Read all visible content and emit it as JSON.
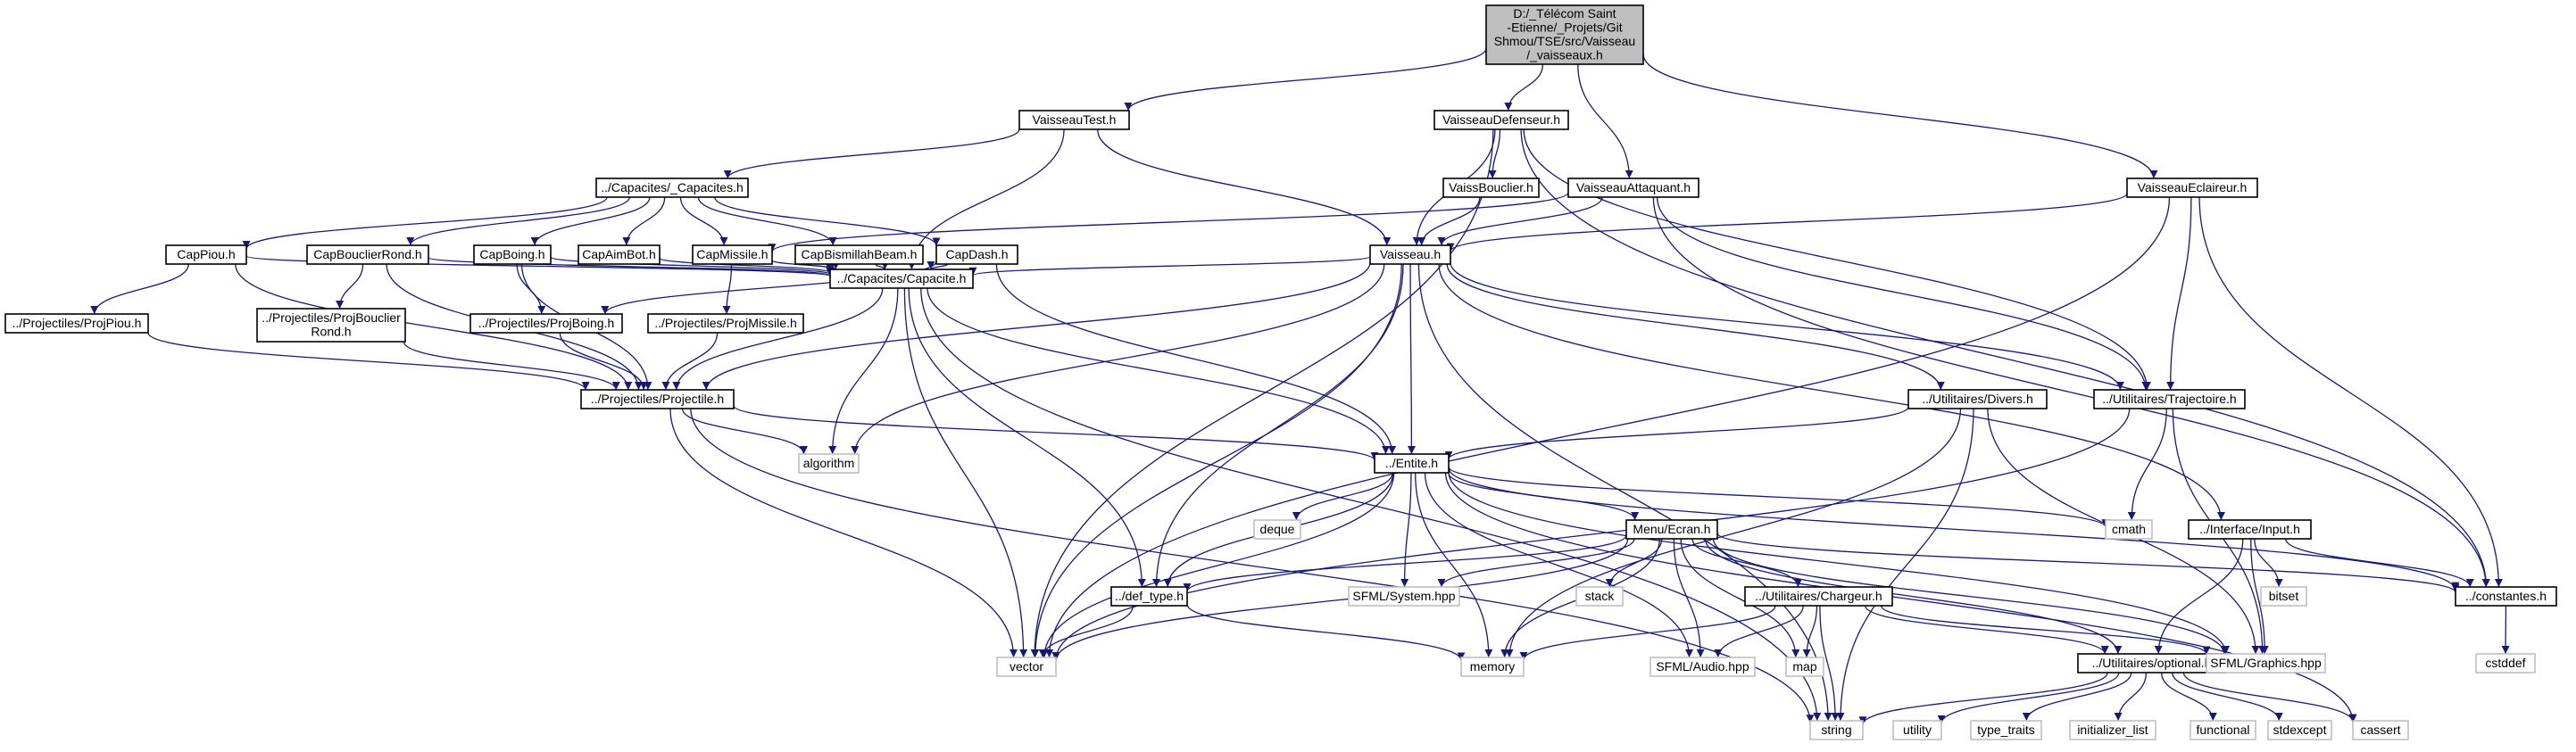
{
  "diagram": {
    "type": "include-dependency-graph",
    "colors": {
      "edge": "#191970",
      "node_border": "#000000",
      "node_fill": "#ffffff",
      "root_fill": "#bfbfbf",
      "system_border": "#bfbfbf"
    },
    "nodes": [
      {
        "id": "root",
        "label": [
          "D:/_Télécom Saint",
          "-Etienne/_Projets/Git",
          "Shmou/TSE/src/Vaisseau",
          "/_vaisseaux.h"
        ],
        "kind": "root"
      },
      {
        "id": "VaisseauTest",
        "label": [
          "VaisseauTest.h"
        ],
        "kind": "file"
      },
      {
        "id": "VaisseauDefenseur",
        "label": [
          "VaisseauDefenseur.h"
        ],
        "kind": "file"
      },
      {
        "id": "VaisseauEclaireur",
        "label": [
          "VaisseauEclaireur.h"
        ],
        "kind": "file"
      },
      {
        "id": "Capacites",
        "label": [
          "../Capacites/_Capacites.h"
        ],
        "kind": "file"
      },
      {
        "id": "VaissBouclier",
        "label": [
          "VaissBouclier.h"
        ],
        "kind": "file"
      },
      {
        "id": "VaisseauAttaquant",
        "label": [
          "VaisseauAttaquant.h"
        ],
        "kind": "file"
      },
      {
        "id": "CapPiou",
        "label": [
          "CapPiou.h"
        ],
        "kind": "file"
      },
      {
        "id": "CapBouclierRond",
        "label": [
          "CapBouclierRond.h"
        ],
        "kind": "file"
      },
      {
        "id": "CapBoing",
        "label": [
          "CapBoing.h"
        ],
        "kind": "file"
      },
      {
        "id": "CapAimBot",
        "label": [
          "CapAimBot.h"
        ],
        "kind": "file"
      },
      {
        "id": "CapMissile",
        "label": [
          "CapMissile.h"
        ],
        "kind": "file"
      },
      {
        "id": "CapBismillahBeam",
        "label": [
          "CapBismillahBeam.h"
        ],
        "kind": "file"
      },
      {
        "id": "CapDash",
        "label": [
          "CapDash.h"
        ],
        "kind": "file"
      },
      {
        "id": "Vaisseau",
        "label": [
          "Vaisseau.h"
        ],
        "kind": "file"
      },
      {
        "id": "ProjPiou",
        "label": [
          "../Projectiles/ProjPiou.h"
        ],
        "kind": "file"
      },
      {
        "id": "ProjBouclierRond",
        "label": [
          "../Projectiles/ProjBouclier",
          "Rond.h"
        ],
        "kind": "file"
      },
      {
        "id": "ProjBoing",
        "label": [
          "../Projectiles/ProjBoing.h"
        ],
        "kind": "file"
      },
      {
        "id": "ProjMissile",
        "label": [
          "../Projectiles/ProjMissile.h"
        ],
        "kind": "file"
      },
      {
        "id": "Capacite",
        "label": [
          "../Capacites/Capacite.h"
        ],
        "kind": "file"
      },
      {
        "id": "Projectile",
        "label": [
          "../Projectiles/Projectile.h"
        ],
        "kind": "file"
      },
      {
        "id": "Divers",
        "label": [
          "../Utilitaires/Divers.h"
        ],
        "kind": "file"
      },
      {
        "id": "Trajectoire",
        "label": [
          "../Utilitaires/Trajectoire.h"
        ],
        "kind": "file"
      },
      {
        "id": "algorithm",
        "label": [
          "algorithm"
        ],
        "kind": "system"
      },
      {
        "id": "Entite",
        "label": [
          "../Entite.h"
        ],
        "kind": "file"
      },
      {
        "id": "deque",
        "label": [
          "deque"
        ],
        "kind": "system"
      },
      {
        "id": "MenuEcran",
        "label": [
          "Menu/Ecran.h"
        ],
        "kind": "file"
      },
      {
        "id": "cmath",
        "label": [
          "cmath"
        ],
        "kind": "system"
      },
      {
        "id": "Input",
        "label": [
          "../Interface/Input.h"
        ],
        "kind": "file"
      },
      {
        "id": "bitset",
        "label": [
          "bitset"
        ],
        "kind": "system"
      },
      {
        "id": "constantes",
        "label": [
          "../constantes.h"
        ],
        "kind": "file"
      },
      {
        "id": "cstddef",
        "label": [
          "cstddef"
        ],
        "kind": "system"
      },
      {
        "id": "def_type",
        "label": [
          "../def_type.h"
        ],
        "kind": "file"
      },
      {
        "id": "SFMLSystem",
        "label": [
          "SFML/System.hpp"
        ],
        "kind": "system"
      },
      {
        "id": "stack",
        "label": [
          "stack"
        ],
        "kind": "system"
      },
      {
        "id": "Chargeur",
        "label": [
          "../Utilitaires/Chargeur.h"
        ],
        "kind": "file"
      },
      {
        "id": "vector",
        "label": [
          "vector"
        ],
        "kind": "system"
      },
      {
        "id": "memory",
        "label": [
          "memory"
        ],
        "kind": "system"
      },
      {
        "id": "SFMLAudio",
        "label": [
          "SFML/Audio.hpp"
        ],
        "kind": "system"
      },
      {
        "id": "map",
        "label": [
          "map"
        ],
        "kind": "system"
      },
      {
        "id": "optional",
        "label": [
          "../Utilitaires/optional.h"
        ],
        "kind": "file"
      },
      {
        "id": "SFMLGraphics",
        "label": [
          "SFML/Graphics.hpp"
        ],
        "kind": "system"
      },
      {
        "id": "string",
        "label": [
          "string"
        ],
        "kind": "system"
      },
      {
        "id": "utility",
        "label": [
          "utility"
        ],
        "kind": "system"
      },
      {
        "id": "type_traits",
        "label": [
          "type_traits"
        ],
        "kind": "system"
      },
      {
        "id": "initializer_list",
        "label": [
          "initializer_list"
        ],
        "kind": "system"
      },
      {
        "id": "functional",
        "label": [
          "functional"
        ],
        "kind": "system"
      },
      {
        "id": "stdexcept",
        "label": [
          "stdexcept"
        ],
        "kind": "system"
      },
      {
        "id": "cassert",
        "label": [
          "cassert"
        ],
        "kind": "system"
      }
    ],
    "edges": [
      [
        "root",
        "VaisseauTest"
      ],
      [
        "root",
        "VaisseauDefenseur"
      ],
      [
        "root",
        "VaisseauAttaquant"
      ],
      [
        "root",
        "VaisseauEclaireur"
      ],
      [
        "VaisseauTest",
        "Capacites"
      ],
      [
        "VaisseauTest",
        "Capacite"
      ],
      [
        "VaisseauTest",
        "Vaisseau"
      ],
      [
        "VaisseauDefenseur",
        "VaissBouclier"
      ],
      [
        "VaisseauDefenseur",
        "Vaisseau"
      ],
      [
        "VaisseauDefenseur",
        "Trajectoire"
      ],
      [
        "VaisseauDefenseur",
        "vector"
      ],
      [
        "VaisseauDefenseur",
        "constantes"
      ],
      [
        "VaissBouclier",
        "Vaisseau"
      ],
      [
        "VaisseauAttaquant",
        "CapMissile"
      ],
      [
        "VaisseauAttaquant",
        "Vaisseau"
      ],
      [
        "VaisseauAttaquant",
        "Trajectoire"
      ],
      [
        "VaisseauAttaquant",
        "constantes"
      ],
      [
        "VaisseauEclaireur",
        "Vaisseau"
      ],
      [
        "VaisseauEclaireur",
        "Trajectoire"
      ],
      [
        "VaisseauEclaireur",
        "constantes"
      ],
      [
        "VaisseauEclaireur",
        "vector"
      ],
      [
        "Capacites",
        "CapPiou"
      ],
      [
        "Capacites",
        "CapBouclierRond"
      ],
      [
        "Capacites",
        "CapBoing"
      ],
      [
        "Capacites",
        "CapAimBot"
      ],
      [
        "Capacites",
        "CapMissile"
      ],
      [
        "Capacites",
        "CapBismillahBeam"
      ],
      [
        "Capacites",
        "CapDash"
      ],
      [
        "CapPiou",
        "ProjPiou"
      ],
      [
        "CapPiou",
        "Capacite"
      ],
      [
        "CapPiou",
        "Projectile"
      ],
      [
        "CapBouclierRond",
        "ProjBouclierRond"
      ],
      [
        "CapBouclierRond",
        "Capacite"
      ],
      [
        "CapBouclierRond",
        "Projectile"
      ],
      [
        "CapBoing",
        "ProjBoing"
      ],
      [
        "CapBoing",
        "Capacite"
      ],
      [
        "CapBoing",
        "Projectile"
      ],
      [
        "CapAimBot",
        "Capacite"
      ],
      [
        "CapMissile",
        "ProjMissile"
      ],
      [
        "CapMissile",
        "Capacite"
      ],
      [
        "CapBismillahBeam",
        "Capacite"
      ],
      [
        "CapDash",
        "Capacite"
      ],
      [
        "CapDash",
        "ProjBoing"
      ],
      [
        "CapDash",
        "Entite"
      ],
      [
        "ProjPiou",
        "Projectile"
      ],
      [
        "ProjBouclierRond",
        "Projectile"
      ],
      [
        "ProjBoing",
        "Projectile"
      ],
      [
        "ProjMissile",
        "Projectile"
      ],
      [
        "Vaisseau",
        "Capacite"
      ],
      [
        "Vaisseau",
        "Projectile"
      ],
      [
        "Vaisseau",
        "Entite"
      ],
      [
        "Vaisseau",
        "Divers"
      ],
      [
        "Vaisseau",
        "Trajectoire"
      ],
      [
        "Vaisseau",
        "Input"
      ],
      [
        "Vaisseau",
        "algorithm"
      ],
      [
        "Vaisseau",
        "def_type"
      ],
      [
        "Vaisseau",
        "vector"
      ],
      [
        "Vaisseau",
        "string"
      ],
      [
        "Capacite",
        "Projectile"
      ],
      [
        "Capacite",
        "Entite"
      ],
      [
        "Capacite",
        "def_type"
      ],
      [
        "Capacite",
        "algorithm"
      ],
      [
        "Capacite",
        "vector"
      ],
      [
        "Capacite",
        "string"
      ],
      [
        "Projectile",
        "Entite"
      ],
      [
        "Projectile",
        "algorithm"
      ],
      [
        "Projectile",
        "vector"
      ],
      [
        "Projectile",
        "string"
      ],
      [
        "Divers",
        "Entite"
      ],
      [
        "Divers",
        "memory"
      ],
      [
        "Divers",
        "string"
      ],
      [
        "Divers",
        "SFMLGraphics"
      ],
      [
        "Trajectoire",
        "cmath"
      ],
      [
        "Trajectoire",
        "vector"
      ],
      [
        "Trajectoire",
        "SFMLGraphics"
      ],
      [
        "Entite",
        "deque"
      ],
      [
        "Entite",
        "MenuEcran"
      ],
      [
        "Entite",
        "SFMLSystem"
      ],
      [
        "Entite",
        "def_type"
      ],
      [
        "Entite",
        "vector"
      ],
      [
        "Entite",
        "memory"
      ],
      [
        "Entite",
        "SFMLAudio"
      ],
      [
        "Entite",
        "SFMLGraphics"
      ],
      [
        "Entite",
        "cmath"
      ],
      [
        "Entite",
        "constantes"
      ],
      [
        "Entite",
        "cassert"
      ],
      [
        "MenuEcran",
        "def_type"
      ],
      [
        "MenuEcran",
        "SFMLSystem"
      ],
      [
        "MenuEcran",
        "stack"
      ],
      [
        "MenuEcran",
        "Chargeur"
      ],
      [
        "MenuEcran",
        "vector"
      ],
      [
        "MenuEcran",
        "memory"
      ],
      [
        "MenuEcran",
        "SFMLAudio"
      ],
      [
        "MenuEcran",
        "map"
      ],
      [
        "MenuEcran",
        "optional"
      ],
      [
        "MenuEcran",
        "SFMLGraphics"
      ],
      [
        "MenuEcran",
        "constantes"
      ],
      [
        "Input",
        "bitset"
      ],
      [
        "Input",
        "constantes"
      ],
      [
        "Input",
        "SFMLGraphics"
      ],
      [
        "Input",
        "optional"
      ],
      [
        "constantes",
        "cstddef"
      ],
      [
        "def_type",
        "vector"
      ],
      [
        "def_type",
        "memory"
      ],
      [
        "Chargeur",
        "memory"
      ],
      [
        "Chargeur",
        "SFMLAudio"
      ],
      [
        "Chargeur",
        "map"
      ],
      [
        "Chargeur",
        "string"
      ],
      [
        "Chargeur",
        "optional"
      ],
      [
        "Chargeur",
        "SFMLGraphics"
      ],
      [
        "optional",
        "utility"
      ],
      [
        "optional",
        "type_traits"
      ],
      [
        "optional",
        "initializer_list"
      ],
      [
        "optional",
        "functional"
      ],
      [
        "optional",
        "stdexcept"
      ],
      [
        "optional",
        "cassert"
      ],
      [
        "optional",
        "string"
      ]
    ]
  }
}
